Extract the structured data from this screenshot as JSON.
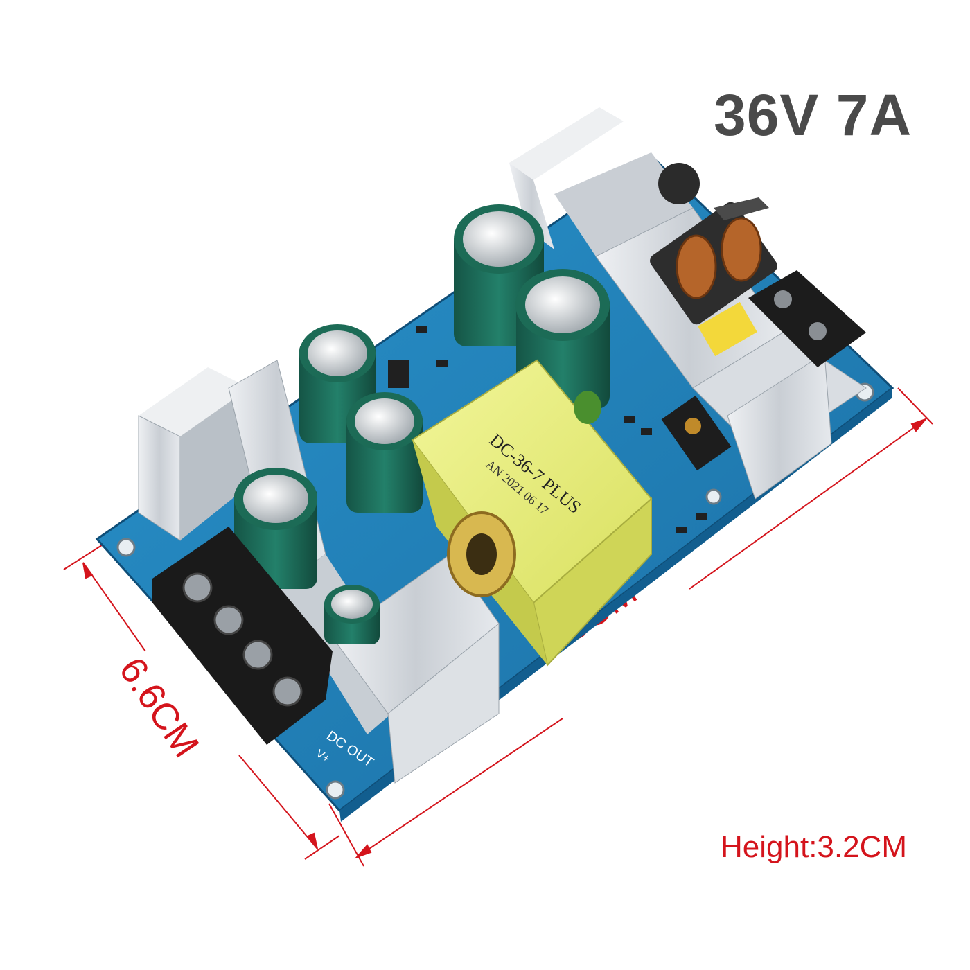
{
  "labels": {
    "spec": "36V 7A",
    "height": "Height:3.2CM",
    "length": "12.5CM",
    "width": "6.6CM",
    "transformer_line1": "DC-36-7 PLUS",
    "transformer_line2": "AN 2021 06 17",
    "silk_dc_out": "DC OUT",
    "silk_vplus": "V+"
  },
  "colors": {
    "pcb": "#1e7fb8",
    "heatsink": "#d7dbe0",
    "transformer": "#eaf07a",
    "capacitor": "#1c6b56",
    "terminal": "#1c1c1c",
    "dimension": "#d4141c",
    "title": "#4a4a4a"
  }
}
